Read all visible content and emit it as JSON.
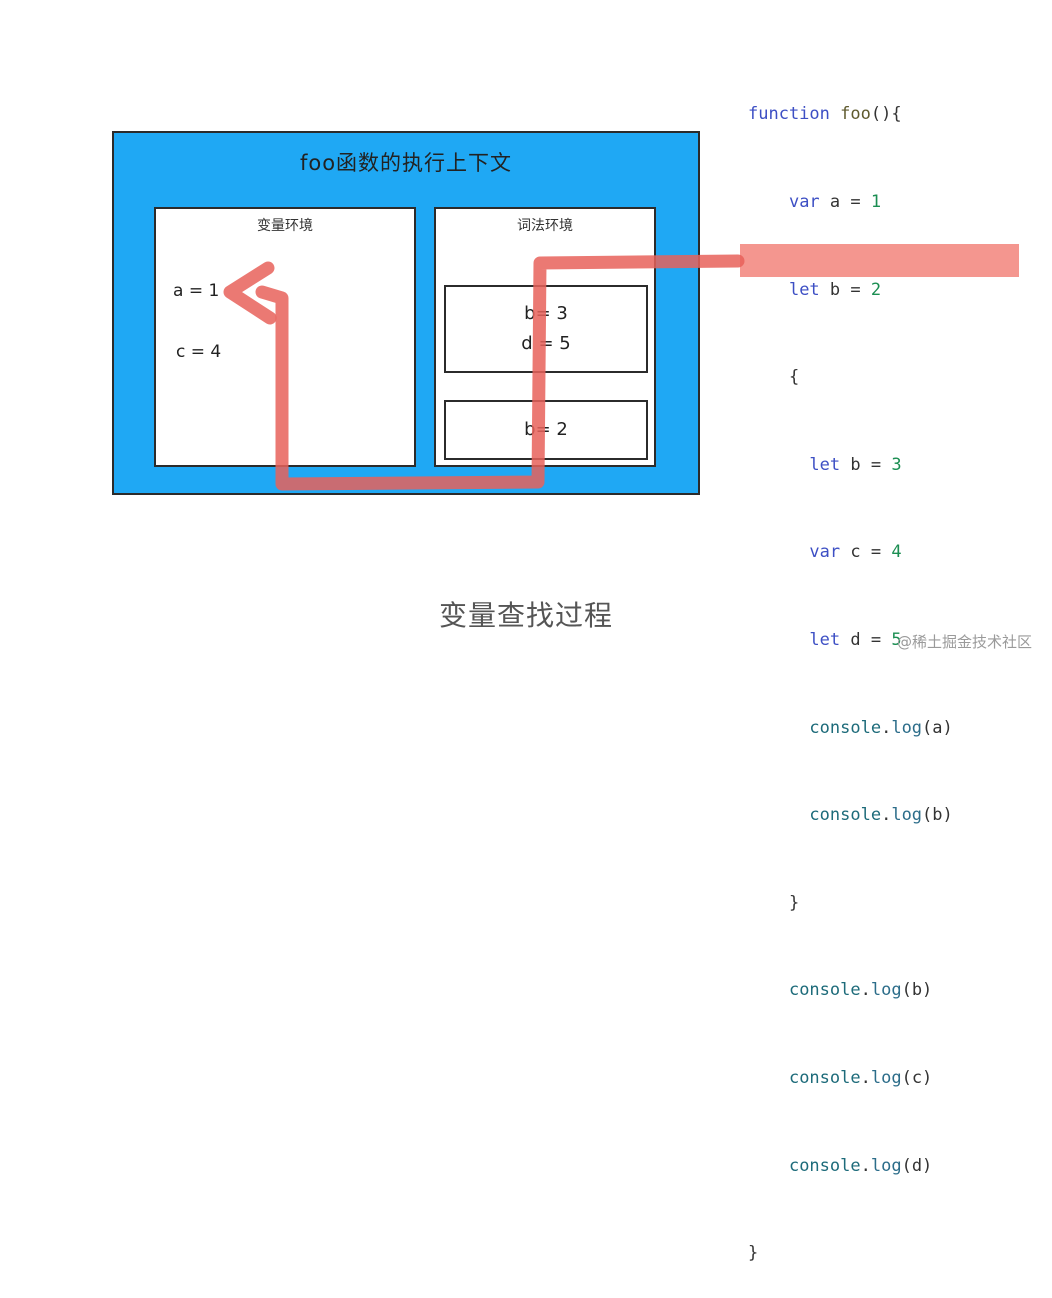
{
  "context": {
    "title": "foo函数的执行上下文",
    "variable_env": {
      "title": "变量环境",
      "vars": [
        "a = 1",
        "c = 4"
      ]
    },
    "lexical_env": {
      "title": "词法环境",
      "blocks": [
        {
          "lines": [
            "b= 3",
            "d = 5"
          ]
        },
        {
          "lines": [
            "b= 2"
          ]
        }
      ]
    }
  },
  "code": {
    "line1": {
      "kw": "function",
      "name": "foo",
      "rest": "(){"
    },
    "line2": {
      "kw": "var",
      "mid": " a = ",
      "num": "1"
    },
    "line3": {
      "kw": "let",
      "mid": " b = ",
      "num": "2"
    },
    "line4": {
      "text": "{"
    },
    "line5": {
      "kw": "let",
      "mid": " b = ",
      "num": "3"
    },
    "line6": {
      "kw": "var",
      "mid": " c = ",
      "num": "4"
    },
    "line7": {
      "kw": "let",
      "mid": " d = ",
      "num": "5"
    },
    "line8": {
      "obj": "console",
      "dot": ".",
      "meth": "log",
      "args": "(a)"
    },
    "line9": {
      "obj": "console",
      "dot": ".",
      "meth": "log",
      "args": "(b)"
    },
    "line10": {
      "text": "}"
    },
    "line11": {
      "obj": "console",
      "dot": ".",
      "meth": "log",
      "args": "(b)"
    },
    "line12": {
      "obj": "console",
      "dot": ".",
      "meth": "log",
      "args": "(c)"
    },
    "line13": {
      "obj": "console",
      "dot": ".",
      "meth": "log",
      "args": "(d)"
    },
    "line14": {
      "text": "}"
    }
  },
  "caption": "变量查找过程",
  "watermark": "@稀土掘金技术社区",
  "colors": {
    "context_bg": "#1fa8f4",
    "path": "#e8625a",
    "highlight": "#f07064"
  }
}
